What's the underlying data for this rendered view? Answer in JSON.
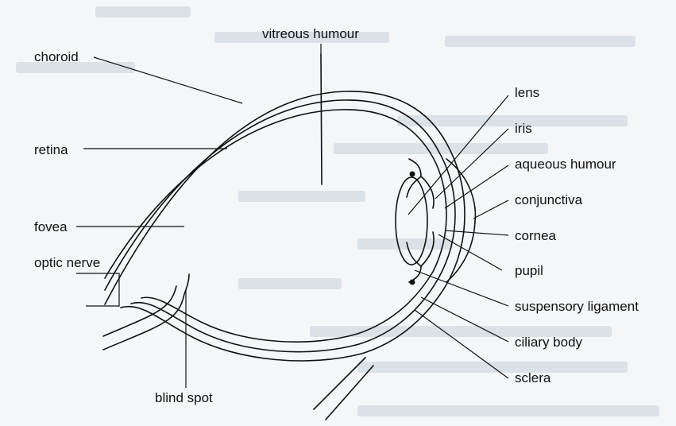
{
  "diagram": {
    "labels": {
      "vitreous_humour": "vitreous humour",
      "choroid": "choroid",
      "retina": "retina",
      "fovea": "fovea",
      "optic_nerve": "optic nerve",
      "blind_spot": "blind spot",
      "lens": "lens",
      "iris": "iris",
      "aqueous_humour": "aqueous humour",
      "conjunctiva": "conjunctiva",
      "cornea": "cornea",
      "pupil": "pupil",
      "suspensory_ligament": "suspensory ligament",
      "ciliary_body": "ciliary body",
      "sclera": "sclera"
    },
    "colors": {
      "ink": "#111111",
      "background": "#f4f6f8",
      "show_through": "#c9d0d8"
    }
  }
}
